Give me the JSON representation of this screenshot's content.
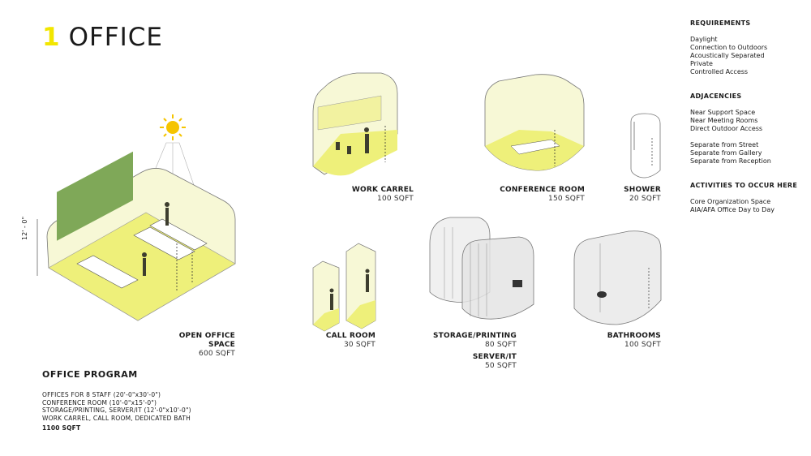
{
  "title": {
    "number": "1",
    "text": "OFFICE"
  },
  "dimension_label": "12' - 0\"",
  "spaces": {
    "open_office": {
      "name": "OPEN OFFICE SPACE",
      "area": "600 SQFT"
    },
    "work_carrel": {
      "name": "WORK CARREL",
      "area": "100 SQFT"
    },
    "conference": {
      "name": "CONFERENCE ROOM",
      "area": "150 SQFT"
    },
    "shower": {
      "name": "SHOWER",
      "area": "20 SQFT"
    },
    "call_room": {
      "name": "CALL ROOM",
      "area": "30 SQFT"
    },
    "storage": {
      "name": "STORAGE/PRINTING",
      "area": "80 SQFT"
    },
    "server": {
      "name": "SERVER/IT",
      "area": "50 SQFT"
    },
    "bathrooms": {
      "name": "BATHROOMS",
      "area": "100 SQFT"
    }
  },
  "requirements": {
    "heading": "REQUIREMENTS",
    "items": [
      "Daylight",
      "Connection to Outdoors",
      "Acoustically Separated",
      "Private",
      "Controlled Access"
    ]
  },
  "adjacencies": {
    "heading": "ADJACENCIES",
    "group1": [
      "Near Support Space",
      "Near Meeting Rooms",
      "Direct Outdoor Access"
    ],
    "group2": [
      "Separate from Street",
      "Separate from Gallery",
      "Separate from Reception"
    ]
  },
  "activities": {
    "heading": "ACTIVITIES TO OCCUR HERE",
    "items": [
      "Core Organization Space",
      "AIA/AFA Office Day to Day"
    ]
  },
  "program": {
    "heading": "OFFICE PROGRAM",
    "lines": [
      "OFFICES FOR 8 STAFF (20'-0\"x30'-0\")",
      "CONFERENCE ROOM (10'-0\"x15'-0\")",
      "STORAGE/PRINTING, SERVER/IT (12'-0\"x10'-0\")",
      "WORK CARREL, CALL ROOM, DEDICATED BATH"
    ],
    "total": "1100 SQFT"
  },
  "colors": {
    "accent": "#f2e600",
    "floor": "#eef07a",
    "glass": "#f7f8d6",
    "sun": "#f5c400",
    "grey_glass": "#ececec"
  }
}
